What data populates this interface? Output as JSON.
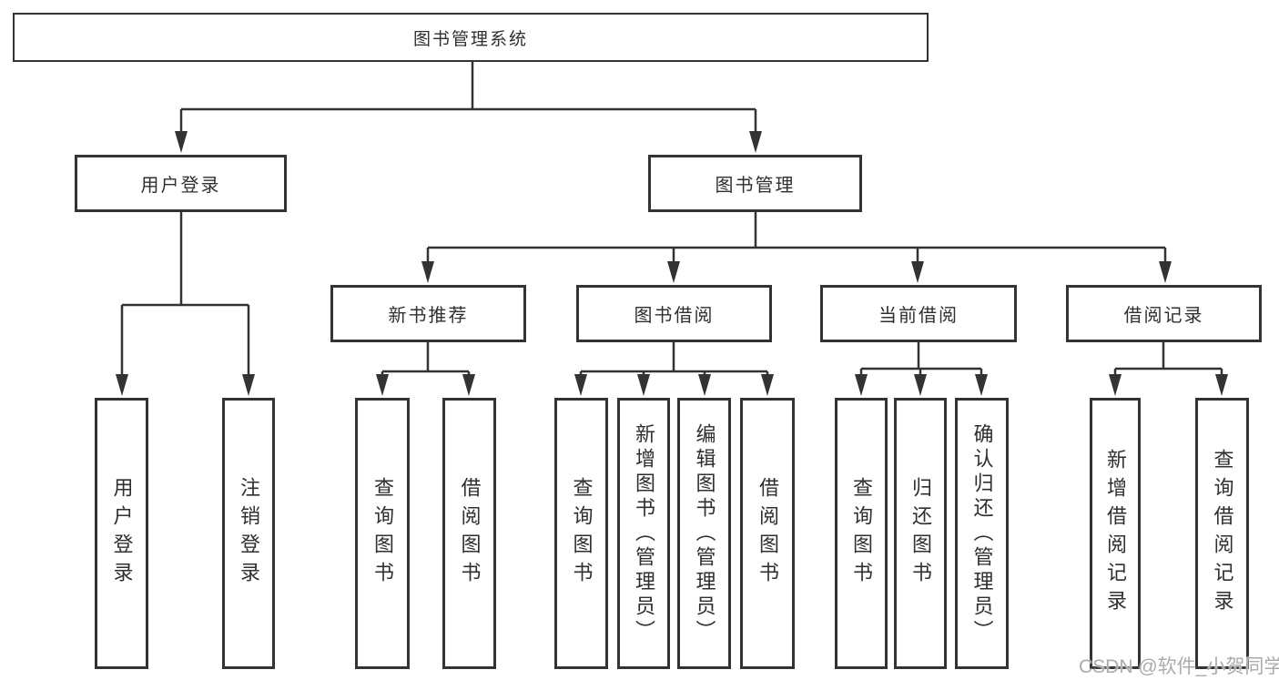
{
  "diagram": {
    "root": {
      "label": "图书管理系统"
    },
    "branches": [
      {
        "label": "用户登录",
        "children": [
          {
            "label": "用户登录"
          },
          {
            "label": "注销登录"
          }
        ]
      },
      {
        "label": "图书管理",
        "children": [
          {
            "label": "新书推荐",
            "children": [
              {
                "label": "查询图书"
              },
              {
                "label": "借阅图书"
              }
            ]
          },
          {
            "label": "图书借阅",
            "children": [
              {
                "label": "查询图书"
              },
              {
                "label": "新增图书（管理员）"
              },
              {
                "label": "编辑图书（管理员）"
              },
              {
                "label": "借阅图书"
              }
            ]
          },
          {
            "label": "当前借阅",
            "children": [
              {
                "label": "查询图书"
              },
              {
                "label": "归还图书"
              },
              {
                "label": "确认归还（管理员）"
              }
            ]
          },
          {
            "label": "借阅记录",
            "children": [
              {
                "label": "新增借阅记录"
              },
              {
                "label": "查询借阅记录"
              }
            ]
          }
        ]
      }
    ]
  },
  "watermark": "CSDN @软件_小贺同学",
  "colors": {
    "line": "#333333",
    "text": "#2f2f2f",
    "background": "#ffffff",
    "watermark": "#ababab"
  }
}
